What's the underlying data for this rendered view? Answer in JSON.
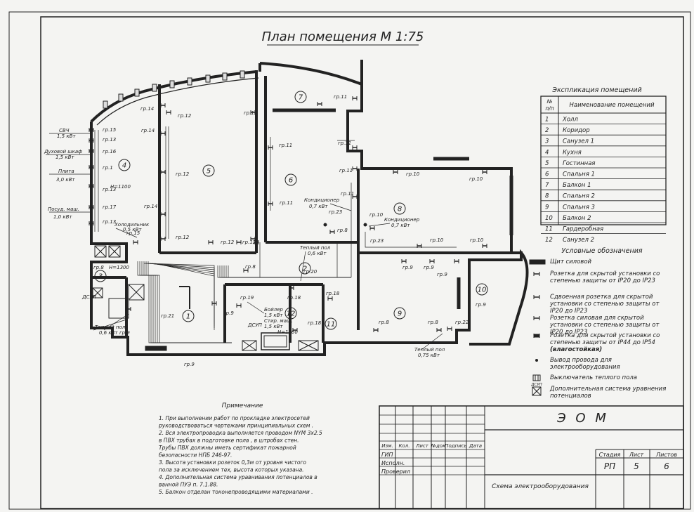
{
  "title": "План помещения М 1:75",
  "explication": {
    "title": "Экспликация помещений",
    "col_num": [
      "№",
      "п/п"
    ],
    "col_name": "Наименование помещений",
    "rows": [
      {
        "n": "1",
        "name": "Холл"
      },
      {
        "n": "2",
        "name": "Коридор"
      },
      {
        "n": "3",
        "name": "Санузел 1"
      },
      {
        "n": "4",
        "name": "Кухня"
      },
      {
        "n": "5",
        "name": "Гостинная"
      },
      {
        "n": "6",
        "name": "Спальня 1"
      },
      {
        "n": "7",
        "name": "Балкон 1"
      },
      {
        "n": "8",
        "name": "Спальня 2"
      },
      {
        "n": "9",
        "name": "Спальня 3"
      },
      {
        "n": "10",
        "name": "Балкон 2"
      },
      {
        "n": "11",
        "name": "Гардеробная"
      },
      {
        "n": "12",
        "name": "Санузел 2"
      }
    ]
  },
  "legend": {
    "title": "Условные обозначения",
    "items": [
      {
        "symbol": "panel",
        "lines": [
          "Щит силовой"
        ]
      },
      {
        "symbol": "socket",
        "lines": [
          "Розетка для скрытой установки со",
          "степенью защиты от IP20 до IP23"
        ]
      },
      {
        "symbol": "double-socket",
        "lines": [
          "Сдвоенная розетка для скрытой",
          "установки со степенью защиты от",
          "IP20 до IP23"
        ]
      },
      {
        "symbol": "power-socket",
        "lines": [
          "Розетка силовая для скрытой",
          "установки со степенью защиты от",
          "IP20 до IP23"
        ]
      },
      {
        "symbol": "wet-socket",
        "lines": [
          "Розетка для скрытой установки со",
          "степенью защиты от IP44 до IP54",
          "(влагостойкая)"
        ]
      },
      {
        "symbol": "outlet",
        "lines": [
          "Вывод провода для",
          "электрооборудования"
        ]
      },
      {
        "symbol": "floor-switch",
        "lines": [
          "Выключатель теплого пола"
        ]
      },
      {
        "symbol": "dsup",
        "tag": "ДСУП",
        "lines": [
          "Дополнительная система уравнения",
          "потенциалов"
        ]
      }
    ]
  },
  "notes": {
    "title": "Примечание",
    "lines": [
      "1. При выполнении работ по прокладке электросетей",
      "руководствоваться чертежами принципиальных схем .",
      "2. Вся электропроводка выполняется проводом NYM 3x2.5",
      "в ПВХ трубах в подготовке пола , в штробах стен.",
      "Трубы ПВХ должны иметь сертификат пожарной",
      "безопасности НПБ 246-97.",
      "3. Высота установки розеток 0,3м от уровня чистого",
      "пола за исключением тех, высота которых указана.",
      "4. Дополнительная система уравнивания потенциалов в",
      "ванной ПУЭ п. 7.1.88.",
      "5. Балкон отделан токонепроводящими материалами ."
    ]
  },
  "stamp": {
    "code": "Э О М",
    "cols": [
      "Изм.",
      "Кол.",
      "Лист",
      "№док",
      "Подпись",
      "Дата"
    ],
    "roles": [
      "ГИП",
      "Исполн.",
      "Проверил"
    ],
    "stage_label": "Стадия",
    "sheet_label": "Лист",
    "sheets_label": "Листов",
    "stage": "РП",
    "sheet": "5",
    "sheets": "6",
    "sheet_title": "Схема электрооборудования"
  },
  "plan": {
    "room_numbers": [
      "1",
      "2",
      "3",
      "4",
      "5",
      "6",
      "7",
      "8",
      "9",
      "10",
      "11",
      "12"
    ],
    "labels": [
      "СВЧ",
      "1,5 кВт",
      "Духовой шкаф",
      "1,5 кВт",
      "Плита",
      "3,0 кВт",
      "Посуд. маш.",
      "1,0 кВт",
      "Холодильник",
      "0,5 кВт",
      "H=1100",
      "H=1300",
      "Теплый пол",
      "0,6 кВт",
      "Теплый пол",
      "0,6 кВт",
      "Кондиционер",
      "0,7 кВт",
      "Кондиционер",
      "0,7 кВт",
      "Бойлер",
      "1,5 кВт",
      "Стир. маш.",
      "1,5 кВт",
      "H=1300",
      "Теплый пол",
      "0,75 кВт",
      "ДСУП",
      "ДСУП",
      "гр.15",
      "гр.13",
      "гр.16",
      "гр.1",
      "гр.13",
      "гр.17",
      "гр.13",
      "гр.15",
      "гр.8",
      "гр.9",
      "гр.21",
      "гр.14",
      "гр.14",
      "гр.12",
      "гр.12",
      "гр.14",
      "гр.12",
      "гр.12",
      "гр.12",
      "гр.12",
      "гр.11",
      "гр.11",
      "гр.11",
      "гр.11",
      "гр.11",
      "гр.11",
      "гр.23",
      "гр.8",
      "гр.10",
      "гр.23",
      "гр.10",
      "гр.10",
      "гр.10",
      "гр.10",
      "гр.9",
      "гр.9",
      "гр.9",
      "гр.9",
      "гр.8",
      "гр.8",
      "гр.8",
      "гр.19",
      "гр.18",
      "гр.20",
      "гр.18",
      "гр.18",
      "гр.22",
      "гр.9",
      "гр.9",
      "гр.8"
    ]
  }
}
